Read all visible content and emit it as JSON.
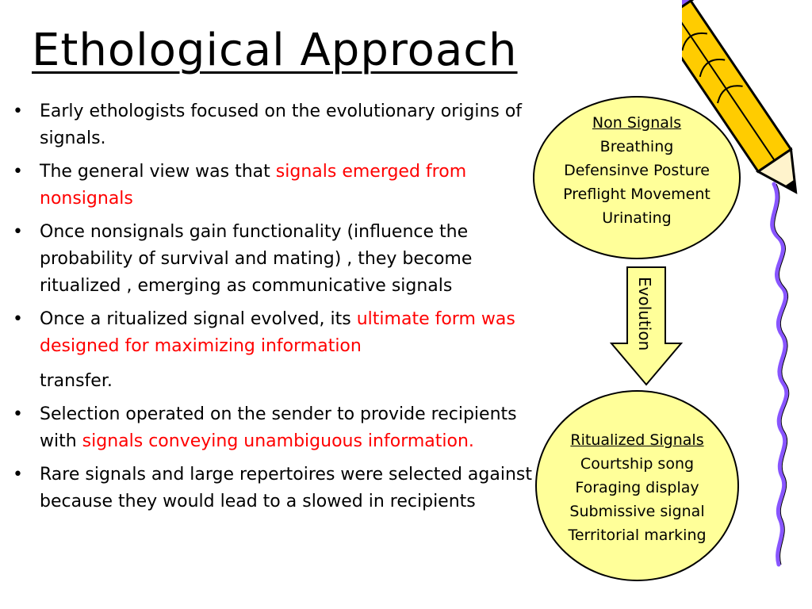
{
  "title": "Ethological Approach",
  "bullets": [
    {
      "parts": [
        "Early ethologists focused  on the evolutionary origins of signals."
      ]
    },
    {
      "parts": [
        "The general view was that ",
        "signals emerged from nonsignals"
      ]
    },
    {
      "parts": [
        "Once nonsignals gain functionality (influence the probability of survival and mating) , they become ritualized , emerging as communicative signals"
      ]
    },
    {
      "parts": [
        "Once a  ritualized signal evolved, its ",
        "ultimate form was designed for maximizing information",
        "transfer."
      ]
    },
    {
      "parts": [
        "Selection operated on the sender to provide recipients  with ",
        "signals conveying unambiguous information."
      ]
    },
    {
      "parts": [
        "Rare signals and large repertoires were selected against  because they would lead to a slowed in recipients"
      ]
    }
  ],
  "bullet_marker": "•",
  "non_signals": {
    "heading": "Non Signals",
    "items": [
      "Breathing",
      "Defensinve Posture",
      "Preflight Movement",
      "Urinating"
    ]
  },
  "arrow_label": "Evolution",
  "ritualized_signals": {
    "heading": "Ritualized Signals",
    "items": [
      "Courtship song",
      "Foraging display",
      "Submissive signal",
      "Territorial marking"
    ]
  },
  "colors": {
    "highlight_text": "#ff0000",
    "circle_fill": "#ffff99",
    "arrow_fill": "#ffff99",
    "pencil_body": "#ffcc00",
    "pencil_accent": "#8855ff"
  },
  "icons": {
    "pencil": "pencil-icon",
    "arrow": "down-arrow-icon"
  }
}
